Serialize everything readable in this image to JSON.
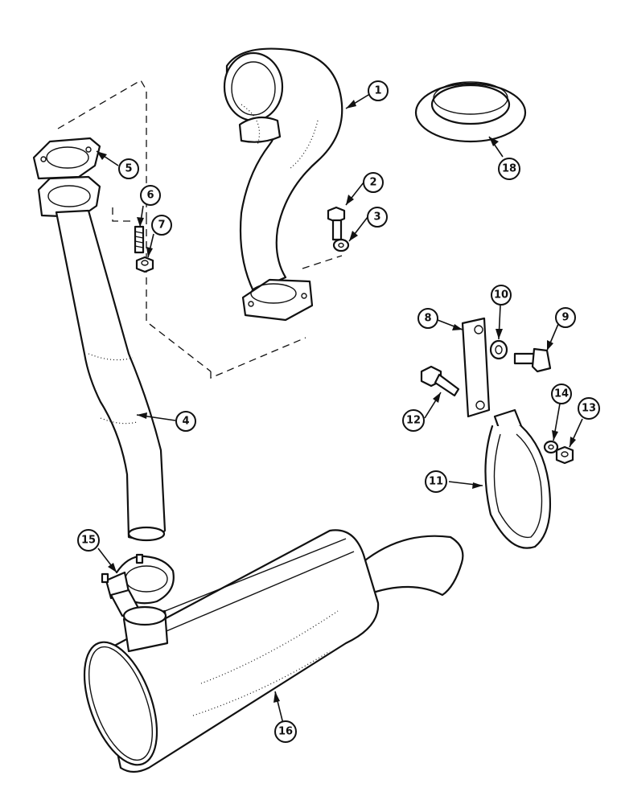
{
  "callouts": {
    "c1": "1",
    "c2": "2",
    "c3": "3",
    "c4": "4",
    "c5": "5",
    "c6": "6",
    "c7": "7",
    "c8": "8",
    "c9": "9",
    "c10": "10",
    "c11": "11",
    "c12": "12",
    "c13": "13",
    "c14": "14",
    "c15": "15",
    "c16": "16",
    "c18": "18"
  },
  "colors": {
    "line": "#111111",
    "background": "#ffffff"
  }
}
